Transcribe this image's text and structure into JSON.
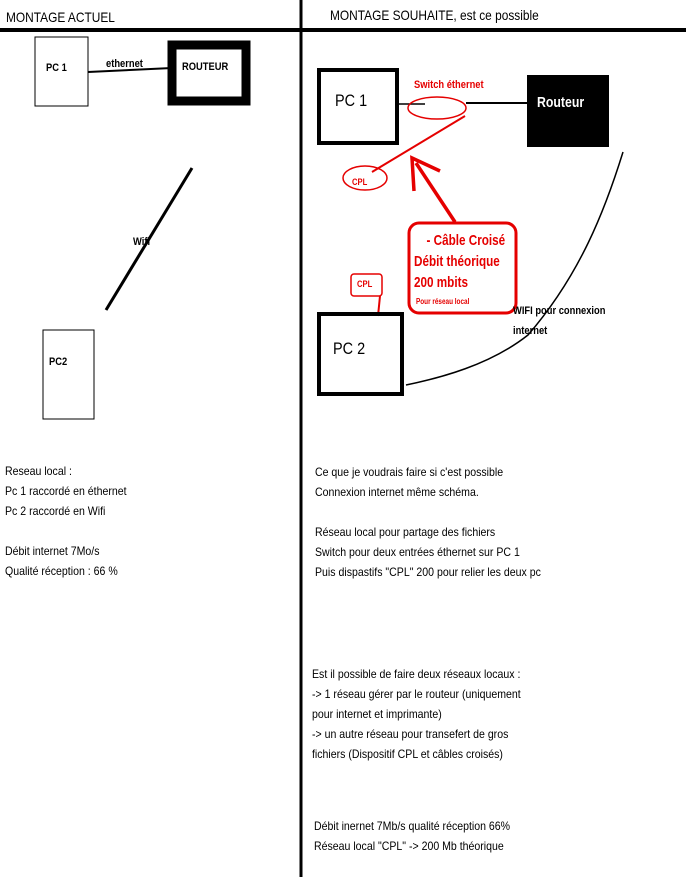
{
  "colors": {
    "red": "#e50000",
    "black": "#000000",
    "background": "#ffffff"
  },
  "left": {
    "title": "MONTAGE ACTUEL",
    "pc1": "PC 1",
    "ethernet": "ethernet",
    "routeur": "ROUTEUR",
    "wifi": "Wifi",
    "pc2": "PC2",
    "notes": [
      "Reseau local :",
      "Pc 1 raccordé en éthernet",
      "Pc 2 raccordé en Wifi",
      "",
      "Débit internet 7Mo/s",
      "Qualité réception : 66 %"
    ]
  },
  "right": {
    "title": "MONTAGE SOUHAITE, est ce possible",
    "pc1": "PC 1",
    "switch": "Switch éthernet",
    "routeur": "Routeur",
    "cpl_top": "CPL",
    "cable_box": {
      "line1": "- Câble Croisé",
      "line2": "Débit théorique",
      "line3": "200 mbits"
    },
    "cpl_bottom": "CPL",
    "pour_reseau": "Pour réseau local",
    "pc2": "PC 2",
    "wifi_note": [
      "WIFI pour connexion",
      "internet"
    ],
    "para1": [
      "Ce que je voudrais faire si c'est possible",
      "Connexion internet même schéma.",
      "",
      "Réseau local pour partage des fichiers",
      "Switch pour deux entrées éthernet sur PC 1",
      "Puis dispastifs \"CPL\" 200 pour relier les deux pc"
    ],
    "para2": [
      "Est il possible de faire deux réseaux locaux :",
      " -> 1 réseau gérer par le routeur (uniquement",
      "pour internet et imprimante)",
      "-> un autre réseau pour transefert de gros",
      "fichiers (Dispositif CPL et câbles croisés)"
    ],
    "para3": [
      "Débit inernet 7Mb/s qualité réception 66%",
      "Réseau local \"CPL\" -> 200 Mb théorique"
    ]
  }
}
